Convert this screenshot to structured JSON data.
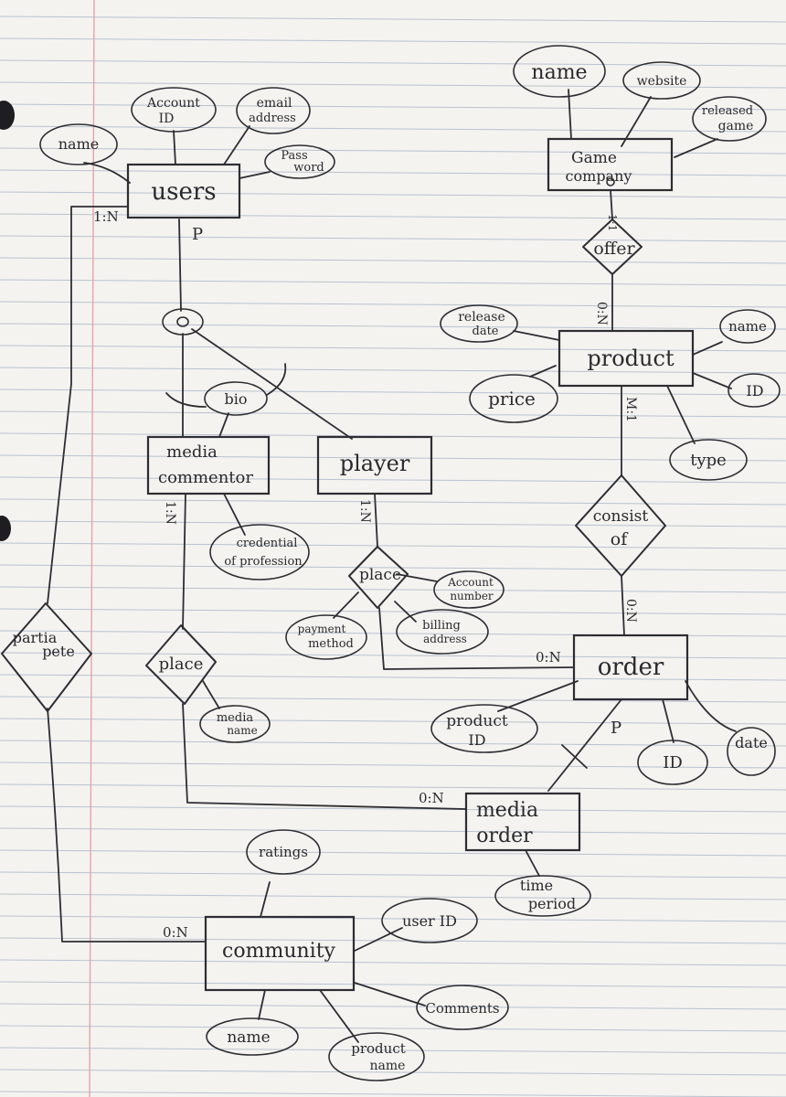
{
  "entities": {
    "users": "users",
    "game_company": [
      "Game",
      "company"
    ],
    "product": "product",
    "media_commentor": [
      "media",
      "commentor"
    ],
    "player": "player",
    "order": "order",
    "media_order": [
      "media",
      "order"
    ],
    "community": "community"
  },
  "relationships": {
    "offer": "offer",
    "consist_of": [
      "consist",
      "of"
    ],
    "player_place": "place",
    "media_place": "place",
    "participate": [
      "partia",
      "pete"
    ]
  },
  "attributes": {
    "users_name": "name",
    "users_account_id": [
      "Account",
      "ID"
    ],
    "users_email": [
      "email",
      "address"
    ],
    "users_password": [
      "Pass",
      "word"
    ],
    "company_name": "name",
    "company_website": "website",
    "company_released_game": [
      "released",
      "game"
    ],
    "product_release_date": [
      "release",
      "date"
    ],
    "product_name": "name",
    "product_price": "price",
    "product_id": "ID",
    "product_type": "type",
    "users_bio": "bio",
    "commentor_credential": [
      "credential",
      "of profession"
    ],
    "place_account_number": [
      "Account",
      "number"
    ],
    "place_payment_method": [
      "payment",
      "method"
    ],
    "place_billing_address": [
      "billing",
      "address"
    ],
    "media_name": [
      "media",
      "name"
    ],
    "order_product_id": [
      "product",
      "ID"
    ],
    "order_id": "ID",
    "order_date": "date",
    "media_order_time_period": [
      "time",
      "period"
    ],
    "community_ratings": "ratings",
    "community_user_id": "user ID",
    "community_comments": "Comments",
    "community_name": "name",
    "community_product_name": [
      "product",
      "name"
    ]
  },
  "labels": {
    "users_participate": "1:N",
    "specialization": "P",
    "company_offer": "1:1",
    "offer_product": "0:N",
    "product_consist": "M:1",
    "player_place": "1:N",
    "consist_order": "0:N",
    "place_order": "0:N",
    "commentor_place": "1:N",
    "place_media_order": "0:N",
    "order_specialization": "P",
    "community_participate": "0:N"
  }
}
